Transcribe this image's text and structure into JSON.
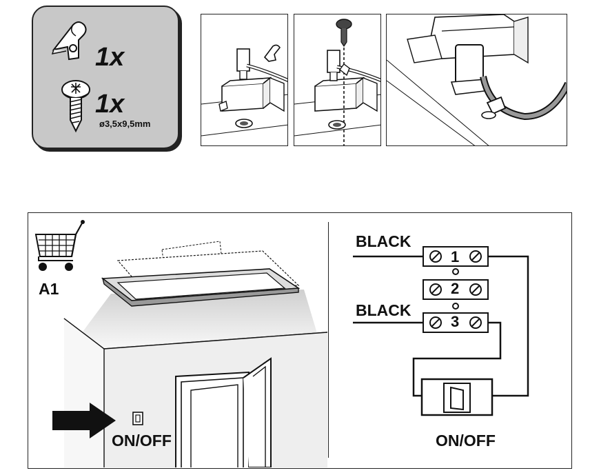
{
  "parts": {
    "clip": {
      "icon": "cable-clip-icon",
      "quantity": "1x"
    },
    "screw": {
      "icon": "screw-icon",
      "quantity": "1x",
      "size": "ø3,5x9,5mm"
    }
  },
  "steps": [
    {
      "icon": "clip-cable-step-icon"
    },
    {
      "icon": "screw-clip-step-icon"
    },
    {
      "icon": "fixed-cable-step-icon"
    }
  ],
  "installation": {
    "accessory_code": "A1",
    "accessory_icon": "shopping-cart-icon",
    "switch_label": "ON/OFF"
  },
  "wiring": {
    "wire_top_label": "BLACK",
    "wire_bottom_label": "BLACK",
    "terminals": [
      "1",
      "2",
      "3"
    ],
    "switch_label": "ON/OFF"
  }
}
